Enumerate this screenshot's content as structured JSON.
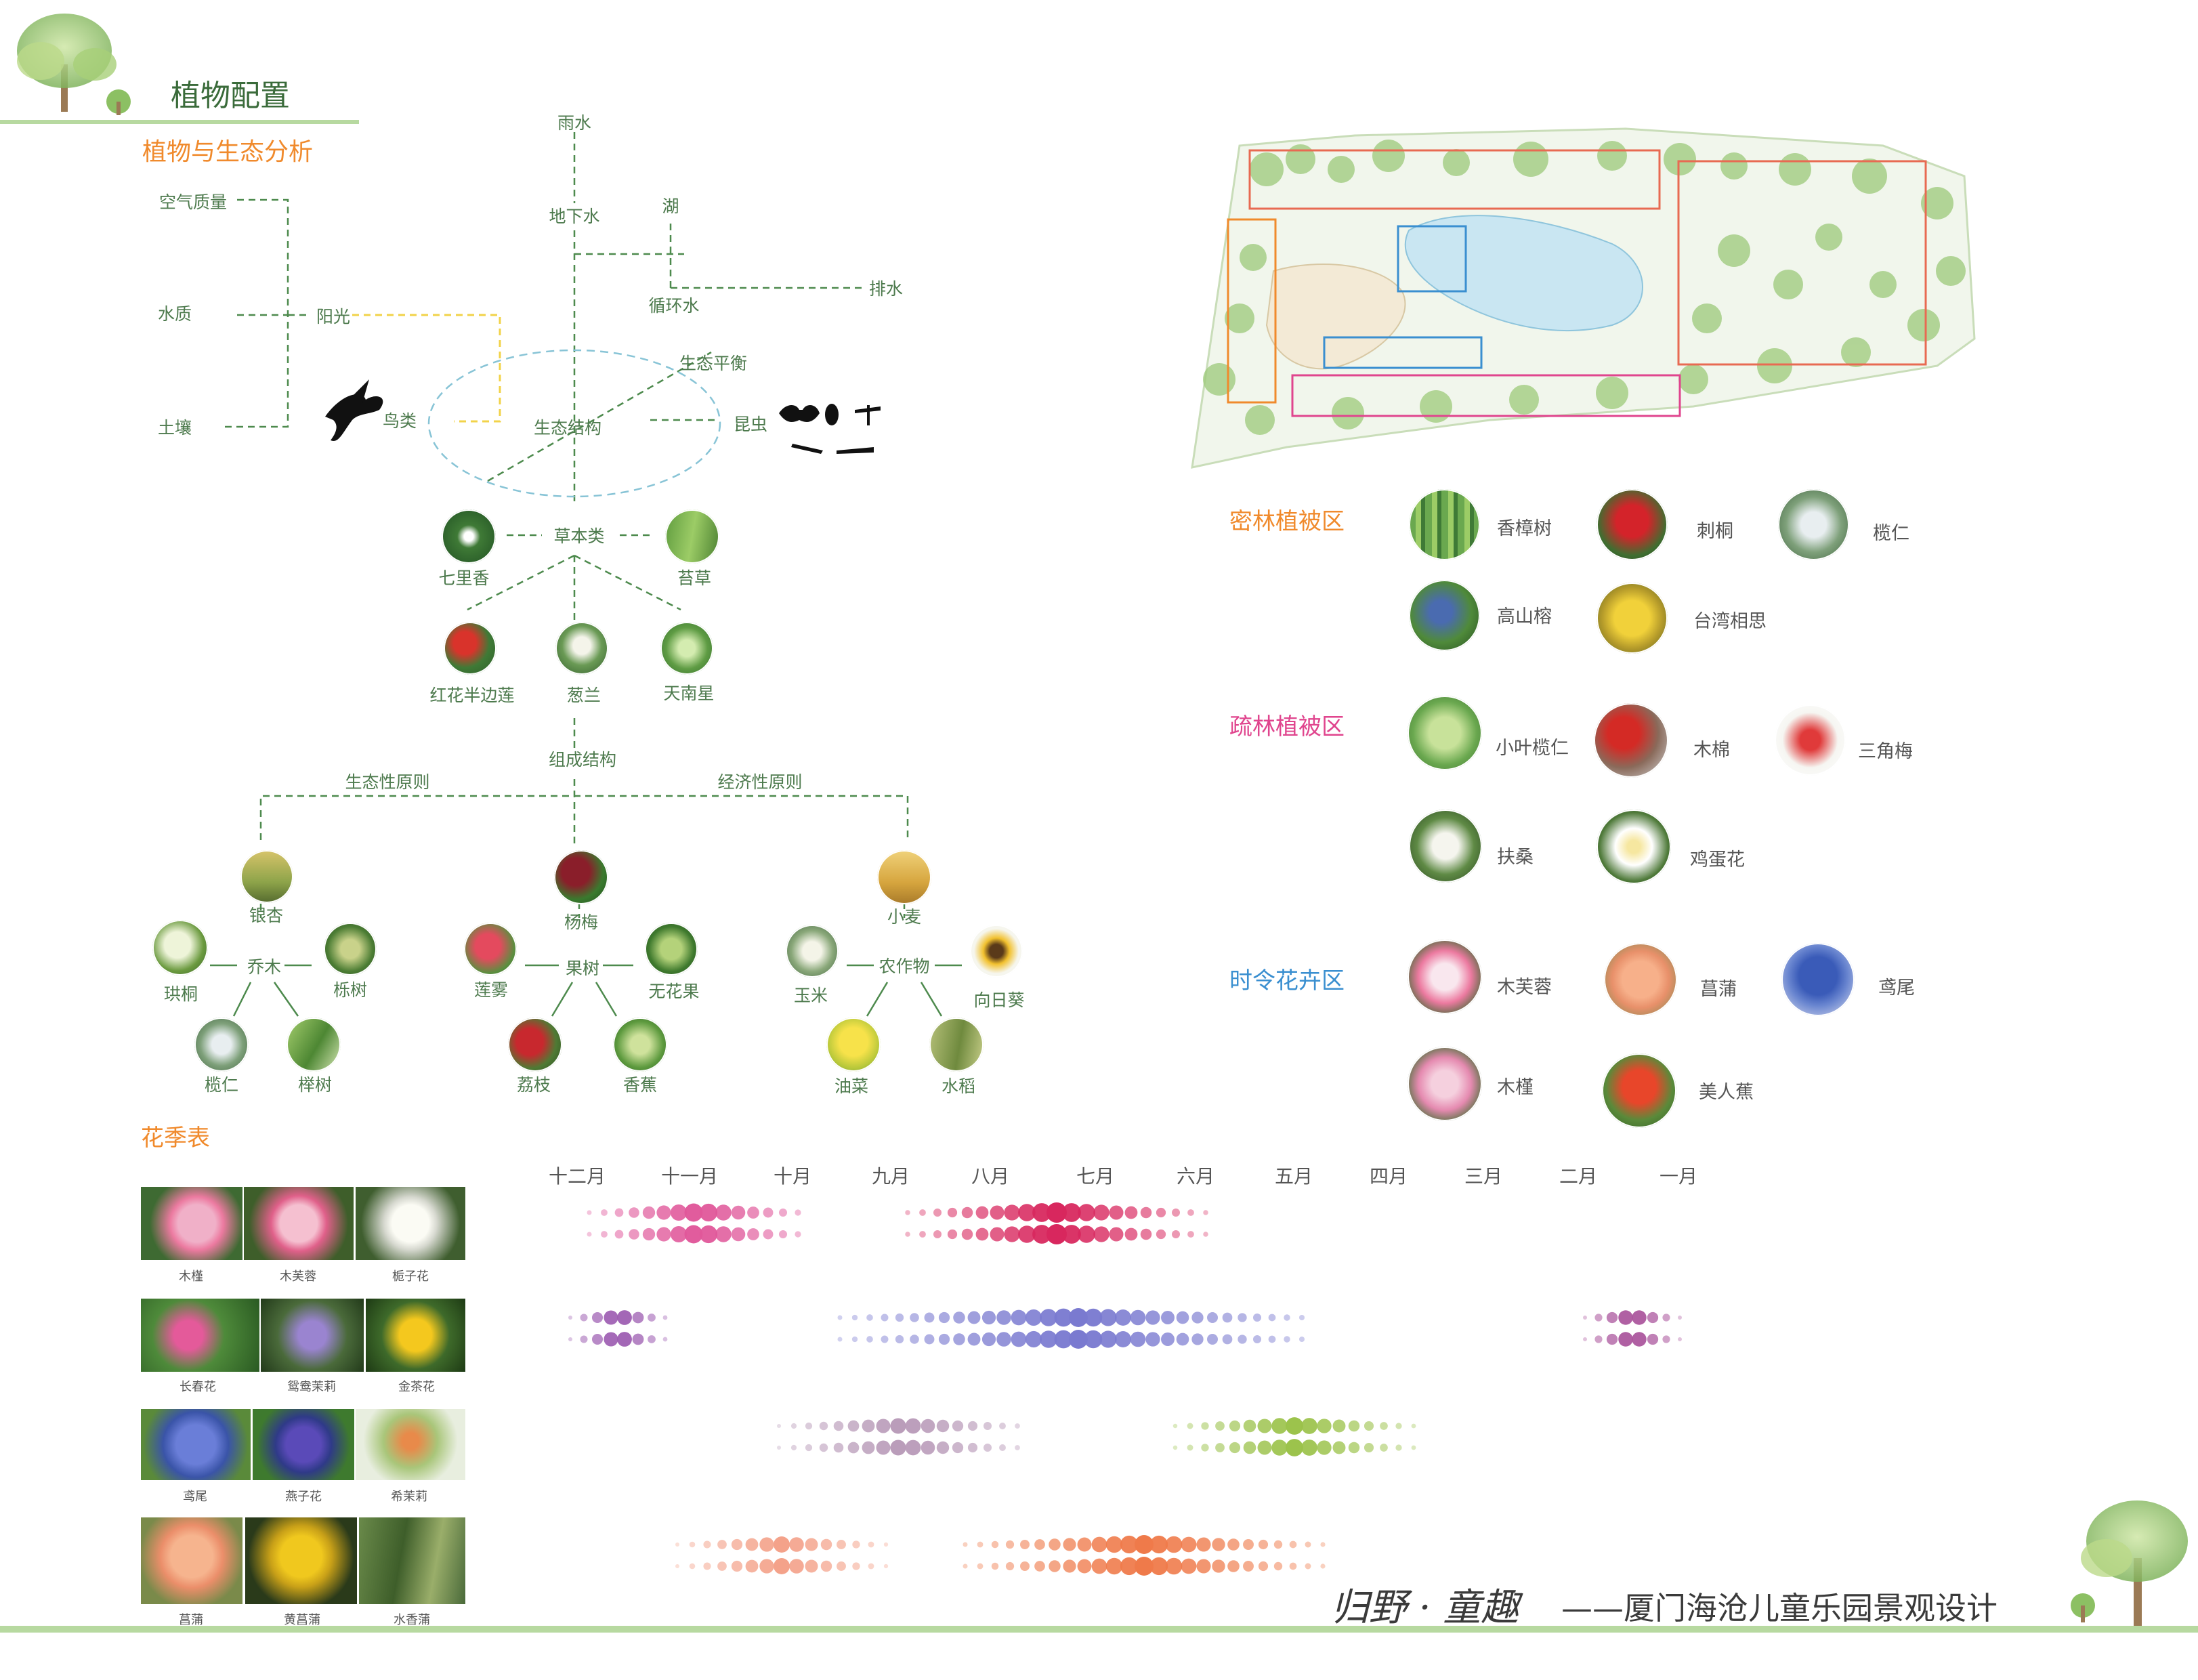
{
  "header": {
    "title": "植物配置",
    "subtitle": "植物与生态分析"
  },
  "colors": {
    "green_text": "#4d7a4d",
    "orange": "#f08a2c",
    "pink": "#e0458e",
    "blue": "#3a8fd0",
    "base_line": "#b7d9a0"
  },
  "ecology": {
    "rain": "雨水",
    "groundwater": "地下水",
    "lake": "湖",
    "drain": "排水",
    "circulation": "循环水",
    "air": "空气质量",
    "water_quality": "水质",
    "soil": "土壤",
    "sunlight": "阳光",
    "birds": "鸟类",
    "insects": "昆虫",
    "structure": "生态结构",
    "balance": "生态平衡",
    "herb_class": "草本类",
    "qilixiang": "七里香",
    "taicao": "苔草",
    "hongtua": "红花半边莲",
    "conglan": "葱兰",
    "tiannanxing": "天南星",
    "composition": "组成结构",
    "eco_principle": "生态性原则",
    "econ_principle": "经济性原则",
    "yinxing": "银杏",
    "qiaomu": "乔木",
    "gongtong": "珙桐",
    "lishu": "栎树",
    "lanren": "榄仁",
    "jushu": "榉树",
    "yangmei": "杨梅",
    "guoshu": "果树",
    "lianwu": "莲雾",
    "wuhuaguo": "无花果",
    "lizhi": "荔枝",
    "xiangjiao": "香蕉",
    "xiaomai": "小麦",
    "nongzuowu": "农作物",
    "yumi": "玉米",
    "xiangrikui": "向日葵",
    "youcai": "油菜",
    "shuidao": "水稻"
  },
  "zones": [
    {
      "title": "密林植被区",
      "color": "#f08a2c",
      "plants": [
        "香樟树",
        "刺桐",
        "榄仁",
        "高山榕",
        "台湾相思"
      ]
    },
    {
      "title": "疏林植被区",
      "color": "#e0458e",
      "plants": [
        "小叶榄仁",
        "木棉",
        "三角梅",
        "扶桑",
        "鸡蛋花"
      ]
    },
    {
      "title": "时令花卉区",
      "color": "#3a8fd0",
      "plants": [
        "木芙蓉",
        "菖蒲",
        "鸢尾",
        "木槿",
        "美人蕉"
      ]
    }
  ],
  "season": {
    "title": "花季表",
    "months": [
      "十二月",
      "十一月",
      "十月",
      "九月",
      "八月",
      "七月",
      "六月",
      "五月",
      "四月",
      "三月",
      "二月",
      "一月"
    ],
    "thumb_rows": [
      [
        "木槿",
        "木芙蓉",
        "栀子花"
      ],
      [
        "长春花",
        "鸳鸯茉莉",
        "金茶花"
      ],
      [
        "鸢尾",
        "燕子花",
        "希茉莉"
      ],
      [
        "菖蒲",
        "黄菖蒲",
        "水香蒲"
      ]
    ]
  },
  "footer": {
    "brand": "归野 · 童趣",
    "title": "——厦门海沧儿童乐园景观设计"
  }
}
